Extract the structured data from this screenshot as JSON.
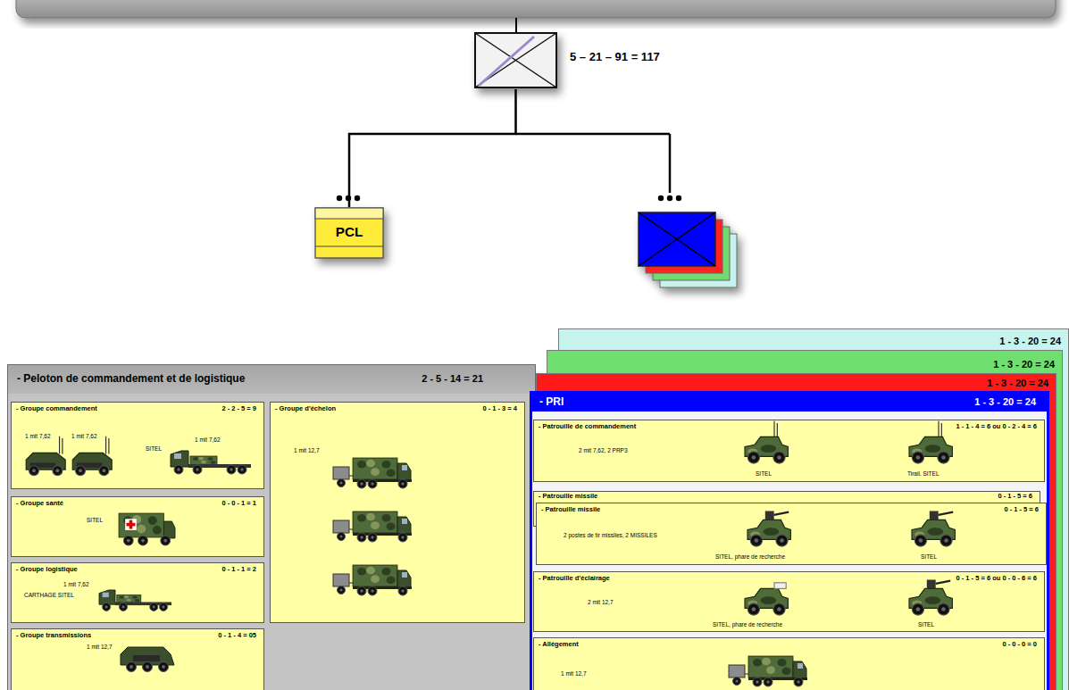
{
  "diagram": {
    "nodes": [
      {
        "text": [
          "5 – 21 – 91 = 117"
        ]
      },
      {
        "text": [
          "PCL"
        ]
      },
      {
        "text": [
          "- Peloton de commandement et de logistique",
          "2 - 5 - 14 = 21"
        ]
      },
      {
        "text": [
          "- Groupe commandement",
          "2 - 2 - 5 = 9",
          "1 mit 7,62",
          "1 mit 7,62",
          "SITEL",
          "1 mit 7,62"
        ],
        "in": 2
      },
      {
        "text": [
          "- Groupe santé",
          "0 - 0 - 1 = 1",
          "SITEL"
        ],
        "in": 2
      },
      {
        "text": [
          "- Groupe logistique",
          "0 - 1 - 1 = 2",
          "1 mit 7,62",
          "CARTHAGE SITEL"
        ],
        "in": 2
      },
      {
        "text": [
          "- Groupe transmissions",
          "0 - 1 - 4 = 05",
          "1 mit 12,7"
        ],
        "in": 2
      },
      {
        "text": [
          "- Groupe d'échelon",
          "0 - 1 - 3 = 4",
          "1 mit 12,7"
        ],
        "in": 2
      },
      {
        "text": [
          "1 - 3 - 20 = 24"
        ]
      },
      {
        "text": [
          "1 - 3 - 20 = 24"
        ]
      },
      {
        "text": [
          "1 - 3 - 20 = 24"
        ]
      },
      {
        "text": [
          "- PRI",
          "1 - 3 - 20 = 24"
        ]
      },
      {
        "text": [
          "- Patrouille de commandement",
          "1 - 1 - 4 = 6 ou 0 - 2 - 4 = 6",
          "2 mit 7,62, 2 PRP3",
          "SITEL",
          "Tirail. SITEL"
        ],
        "in": 11
      },
      {
        "text": [
          "- Patrouille missile",
          "0 - 1 - 5 = 6"
        ],
        "in": 11
      },
      {
        "text": [
          "- Patrouille missile",
          "0 - 1 - 5 = 6",
          "2 postes de tir missiles, 2 MISSILES",
          "SITEL, phare de recherche",
          "SITEL"
        ],
        "in": 11
      },
      {
        "text": [
          "- Patrouille d'éclairage",
          "0 - 1 - 5 = 6 ou 0 - 0 - 6 = 6",
          "2 mit 12,7",
          "SITEL, phare de recherche",
          "SITEL"
        ],
        "in": 11
      },
      {
        "text": [
          "- Allègement",
          "0 - 0 - 0 = 0",
          "1 mit 12,7"
        ],
        "in": 11
      }
    ],
    "edges": [
      {
        "from": 0,
        "to": 1,
        "arrow": "none"
      }
    ]
  }
}
